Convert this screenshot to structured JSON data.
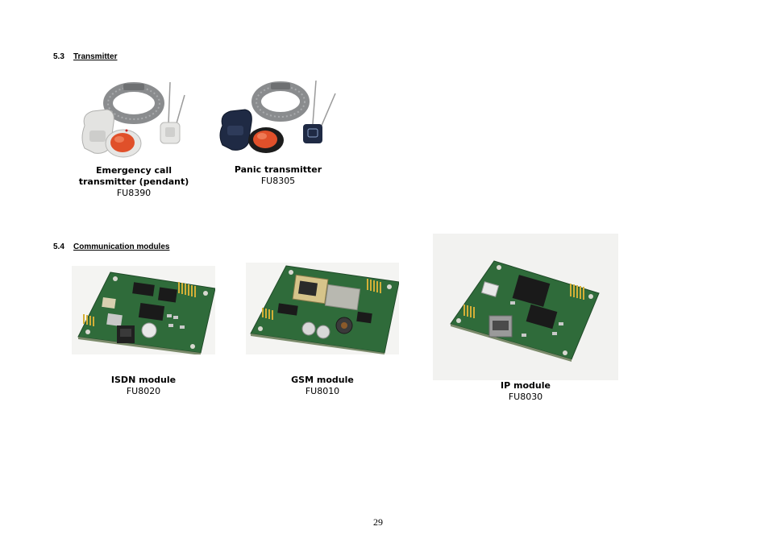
{
  "sections": [
    {
      "number": "5.3",
      "title": "Transmitter",
      "products": [
        {
          "name": "Emergency call transmitter (pendant)",
          "code": "FU8390",
          "image": "emergency-call-transmitter-photo"
        },
        {
          "name": "Panic transmitter",
          "code": "FU8305",
          "image": "panic-transmitter-photo"
        }
      ]
    },
    {
      "number": "5.4",
      "title": "Communication modules",
      "products": [
        {
          "name": "ISDN module",
          "code": "FU8020",
          "image": "isdn-module-photo"
        },
        {
          "name": "GSM module",
          "code": "FU8010",
          "image": "gsm-module-photo"
        },
        {
          "name": "IP module",
          "code": "FU8030",
          "image": "ip-module-photo"
        }
      ]
    }
  ],
  "page_number": "29",
  "colors": {
    "pcb_green": "#2f6b3a",
    "button_red": "#e0502a",
    "strap_grey": "#8a8c8e",
    "casing_white": "#e6e6e4",
    "casing_dark": "#1f2a44"
  }
}
